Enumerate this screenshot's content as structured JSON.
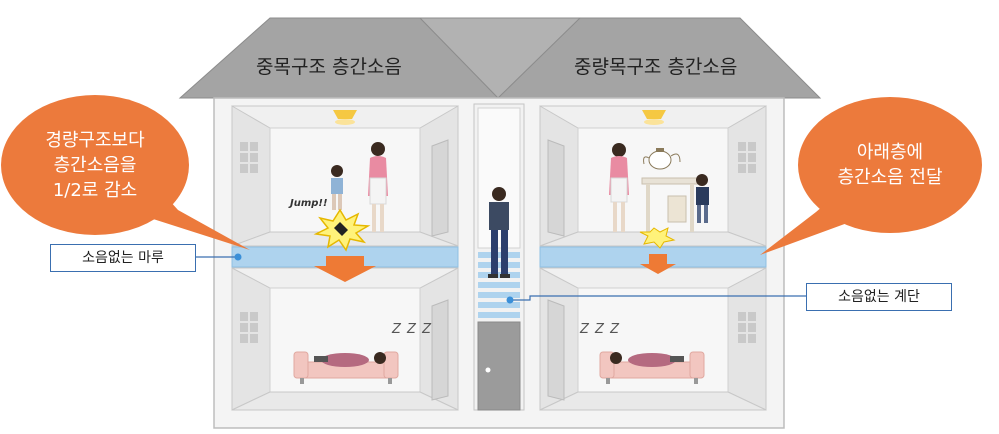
{
  "roof": {
    "left_label": "중목구조 층간소음",
    "right_label": "중량목구조 층간소음"
  },
  "bubbles": {
    "left": {
      "lines": [
        "경량구조보다",
        "층간소음을",
        "1/2로 감소"
      ]
    },
    "right": {
      "lines": [
        "아래층에",
        "층간소음 전달"
      ]
    }
  },
  "callouts": {
    "floor": "소음없는 마루",
    "stairs": "소음없는 계단"
  },
  "effects": {
    "jump": "Jump!!",
    "zzz_left": "Z Z Z",
    "zzz_right": "Z Z Z"
  },
  "colors": {
    "bubble_orange": "#ec7a3c",
    "arrow_orange": "#ee7a35",
    "floor_blue": "#aed3ee",
    "roof_gray": "#a4a4a4",
    "callout_border": "#3a6fb0",
    "lamp_yellow": "#f5c842"
  },
  "icons": [
    "lamp-icon",
    "window-icon",
    "door-icon",
    "sofa-icon",
    "person-icon",
    "impact-burst-icon",
    "teapot-icon"
  ]
}
